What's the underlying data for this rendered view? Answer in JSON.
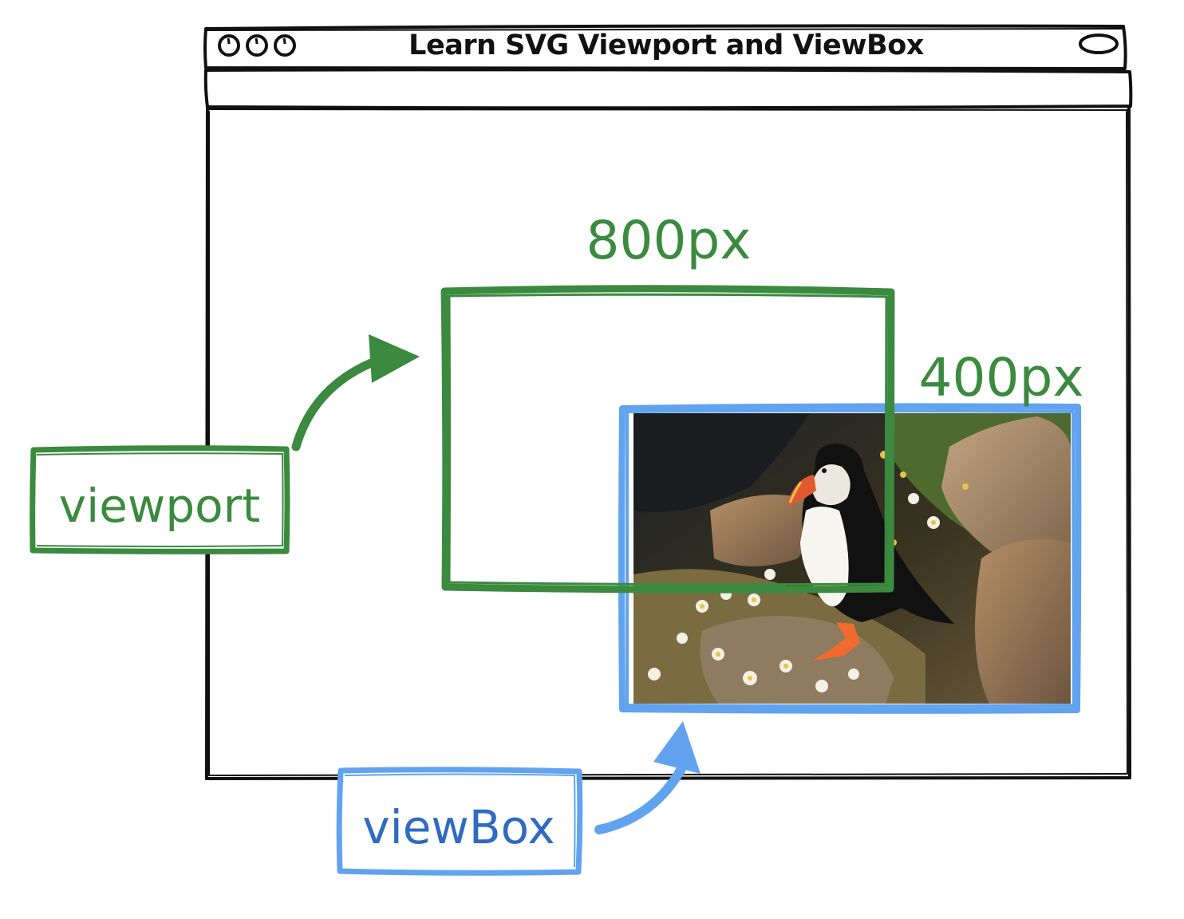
{
  "window": {
    "title": "Learn SVG Viewport and ViewBox",
    "controls": [
      "circle-button",
      "circle-button",
      "circle-button"
    ]
  },
  "dimensions": {
    "width_label": "800px",
    "height_label": "400px"
  },
  "labels": {
    "viewport": "viewport",
    "viewbox": "viewBox"
  },
  "colors": {
    "viewport_green": "#3b8a3f",
    "viewbox_blue": "#62a3ef",
    "viewbox_text_blue": "#2f6bc0",
    "sketch_black": "#111111"
  },
  "icons": {
    "viewport_arrow": "curved-arrow-icon",
    "viewbox_arrow": "curved-arrow-icon"
  }
}
